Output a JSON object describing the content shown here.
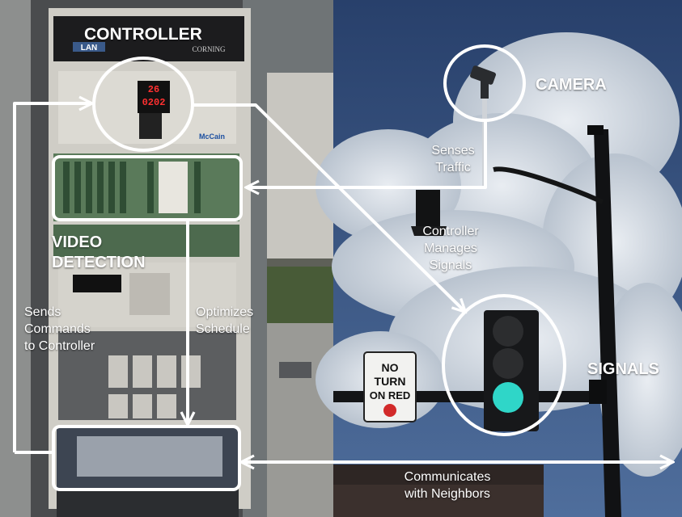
{
  "labels": {
    "controller": "CONTROLLER",
    "camera": "CAMERA",
    "video_detection": [
      "VIDEO",
      "DETECTION"
    ],
    "signals": "SIGNALS"
  },
  "captions": {
    "senses_traffic": [
      "Senses",
      "Traffic"
    ],
    "controller_manages_signals": [
      "Controller",
      "Manages",
      "Signals"
    ],
    "sends_commands": [
      "Sends",
      "Commands",
      "to Controller"
    ],
    "optimizes_schedule": [
      "Optimizes",
      "Schedule"
    ],
    "communicates_with_neighbors": [
      "Communicates",
      "with Neighbors"
    ]
  },
  "equipment_text": {
    "lan_badge": "LAN",
    "corning_badge": "CORNING",
    "controller_display": [
      "26",
      "0202"
    ],
    "mccain_badge": "McCain"
  },
  "sign_text": [
    "NO",
    "TURN",
    "ON RED"
  ],
  "colors": {
    "annotation": "#ffffff",
    "sky": "#3f5f8f",
    "green_signal": "#2fd6c8",
    "cabinet": "#b9b8b3"
  }
}
